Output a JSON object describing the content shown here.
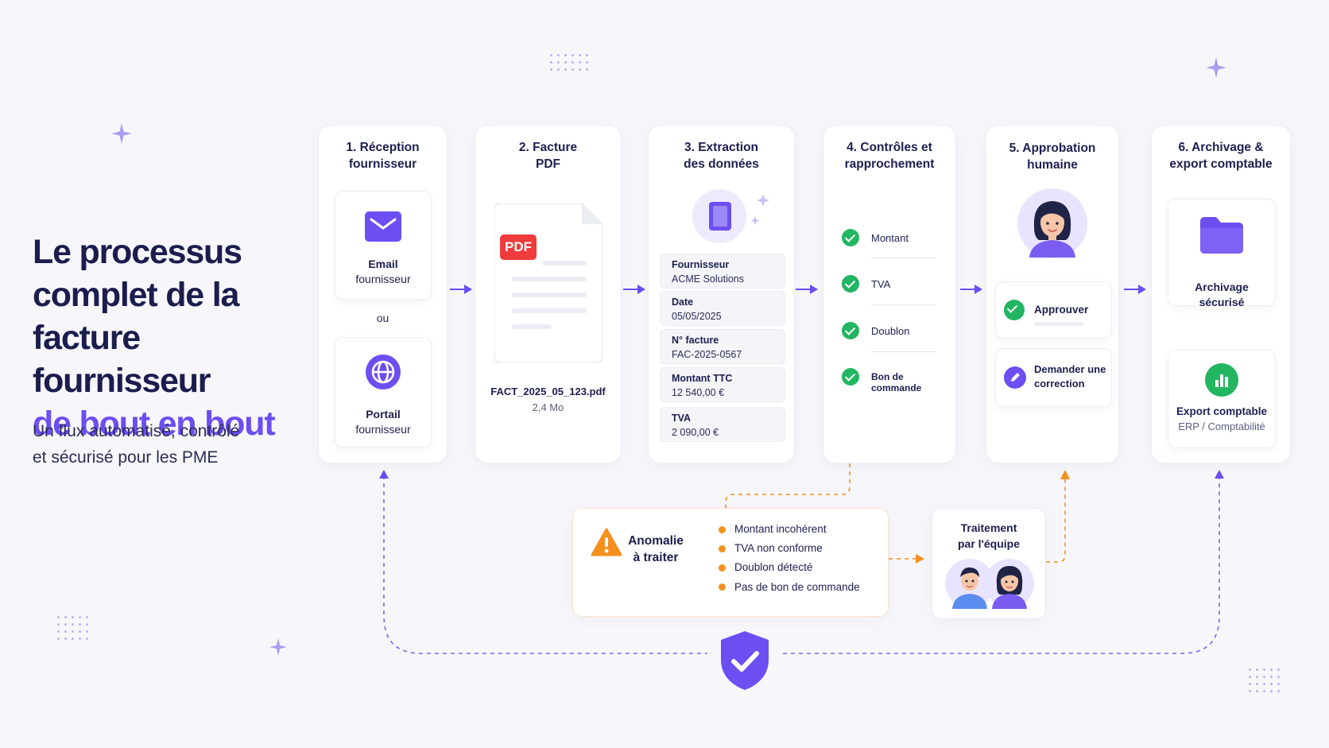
{
  "hero": {
    "title_line1": "Le processus",
    "title_line2": "complet de la",
    "title_line3": "facture fournisseur",
    "title_accent": "de bout en bout",
    "subtitle_line1": "Un flux automatisé, contrôlé",
    "subtitle_line2": "et sécurisé pour les PME"
  },
  "steps": {
    "s1": {
      "title_line1": "1. Réception",
      "title_line2": "fournisseur",
      "email_line1": "Email",
      "email_line2": "fournisseur",
      "or": "ou",
      "portal_line1": "Portail",
      "portal_line2": "fournisseur"
    },
    "s2": {
      "title_line1": "2. Facture",
      "title_line2": "PDF",
      "pdf_badge": "PDF",
      "filename": "FACT_2025_05_123.pdf",
      "filesize": "2,4 Mo"
    },
    "s3": {
      "title_line1": "3. Extraction",
      "title_line2": "des données",
      "fields": [
        {
          "key": "Fournisseur",
          "value": "ACME Solutions"
        },
        {
          "key": "Date",
          "value": "05/05/2025"
        },
        {
          "key": "N° facture",
          "value": "FAC-2025-0567"
        },
        {
          "key": "Montant TTC",
          "value": "12 540,00 €"
        },
        {
          "key": "TVA",
          "value": "2 090,00 €"
        }
      ]
    },
    "s4": {
      "title_line1": "4. Contrôles et",
      "title_line2": "rapprochement",
      "checks": [
        "Montant",
        "TVA",
        "Doublon",
        "Bon de commande"
      ]
    },
    "s5": {
      "title_line1": "5. Approbation",
      "title_line2": "humaine",
      "approve": "Approuver",
      "correction_line1": "Demander une",
      "correction_line2": "correction"
    },
    "s6": {
      "title_line1": "6. Archivage &",
      "title_line2": "export comptable",
      "archive_line1": "Archivage",
      "archive_line2": "sécurisé",
      "export_title": "Export comptable",
      "export_sub": "ERP / Comptabilité"
    }
  },
  "anomaly": {
    "title_line1": "Anomalie",
    "title_line2": "à traiter",
    "items": [
      "Montant incohérent",
      "TVA non conforme",
      "Doublon détecté",
      "Pas de bon de commande"
    ]
  },
  "team": {
    "title_line1": "Traitement",
    "title_line2": "par l'équipe"
  },
  "colors": {
    "accent": "#6c4ef2",
    "success": "#22b562",
    "warning": "#f5901f",
    "text": "#1b1d4e",
    "background": "#f7f7fb"
  }
}
